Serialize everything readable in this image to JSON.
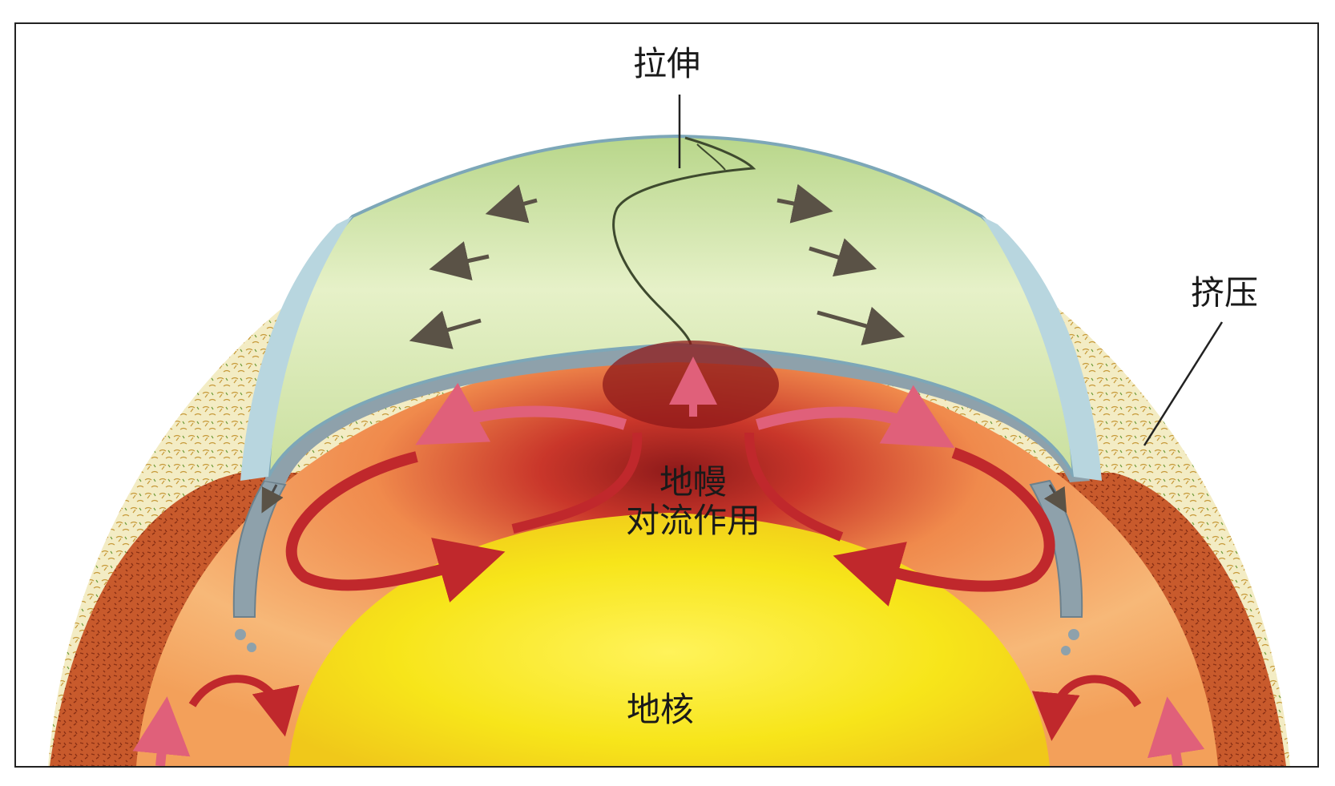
{
  "labels": {
    "stretch": "拉伸",
    "compress": "挤压",
    "mantle": "地幔",
    "convection": "对流作用",
    "core": "地核"
  },
  "colors": {
    "crust_green": "#cfe3a4",
    "crust_edge": "#7da7b8",
    "plate_gray": "#8aa0ad",
    "mantle_orange": "#f3a05a",
    "mantle_hot": "#a81f1f",
    "core_yellow": "#f7e51a",
    "outer_rock": "#c6562a",
    "arrow_red": "#c0282c",
    "arrow_pink": "#e0607a"
  },
  "icons": {
    "plate_motion": "dark-arrow-icon",
    "convection_flow": "red-curved-arrow-icon",
    "upwelling": "pink-up-arrow-icon"
  }
}
